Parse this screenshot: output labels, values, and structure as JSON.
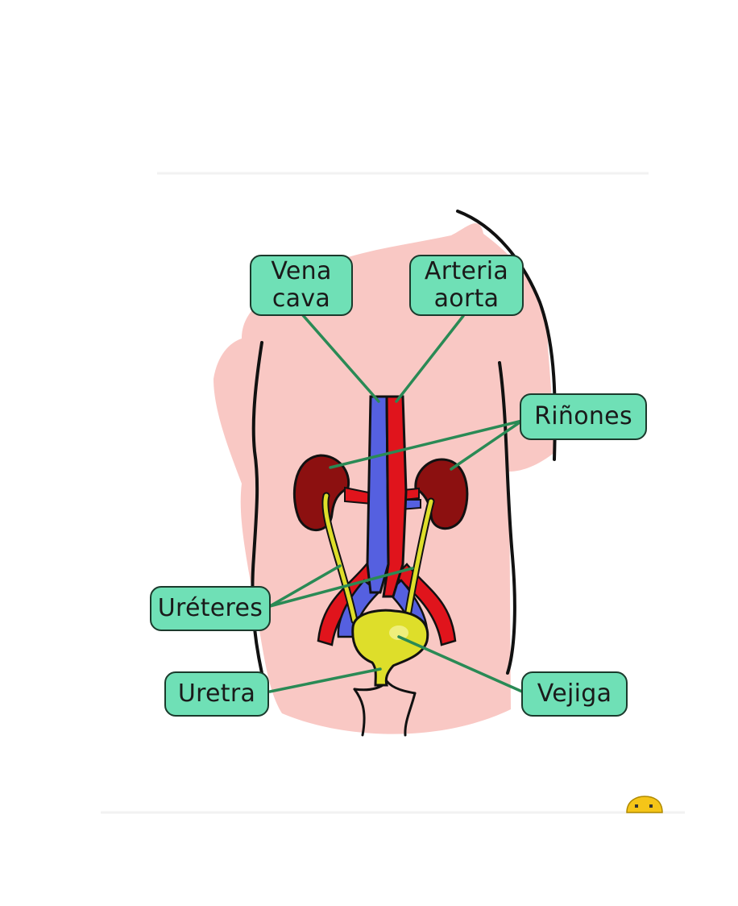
{
  "diagram": {
    "labels": {
      "vena_cava": "Vena\ncava",
      "arteria_aorta": "Arteria\naorta",
      "rinones": "Riñones",
      "ureteres": "Uréteres",
      "uretra": "Uretra",
      "vejiga": "Vejiga"
    }
  },
  "colors": {
    "label_fill": "#6fe0b6",
    "skin": "#f9c8c4",
    "vein": "#5560e0",
    "artery": "#e0141c",
    "kidney": "#8c1010",
    "bladder": "#dede2a",
    "leader_line": "#2a8a55"
  },
  "icons": [
    "mascot-icon"
  ]
}
